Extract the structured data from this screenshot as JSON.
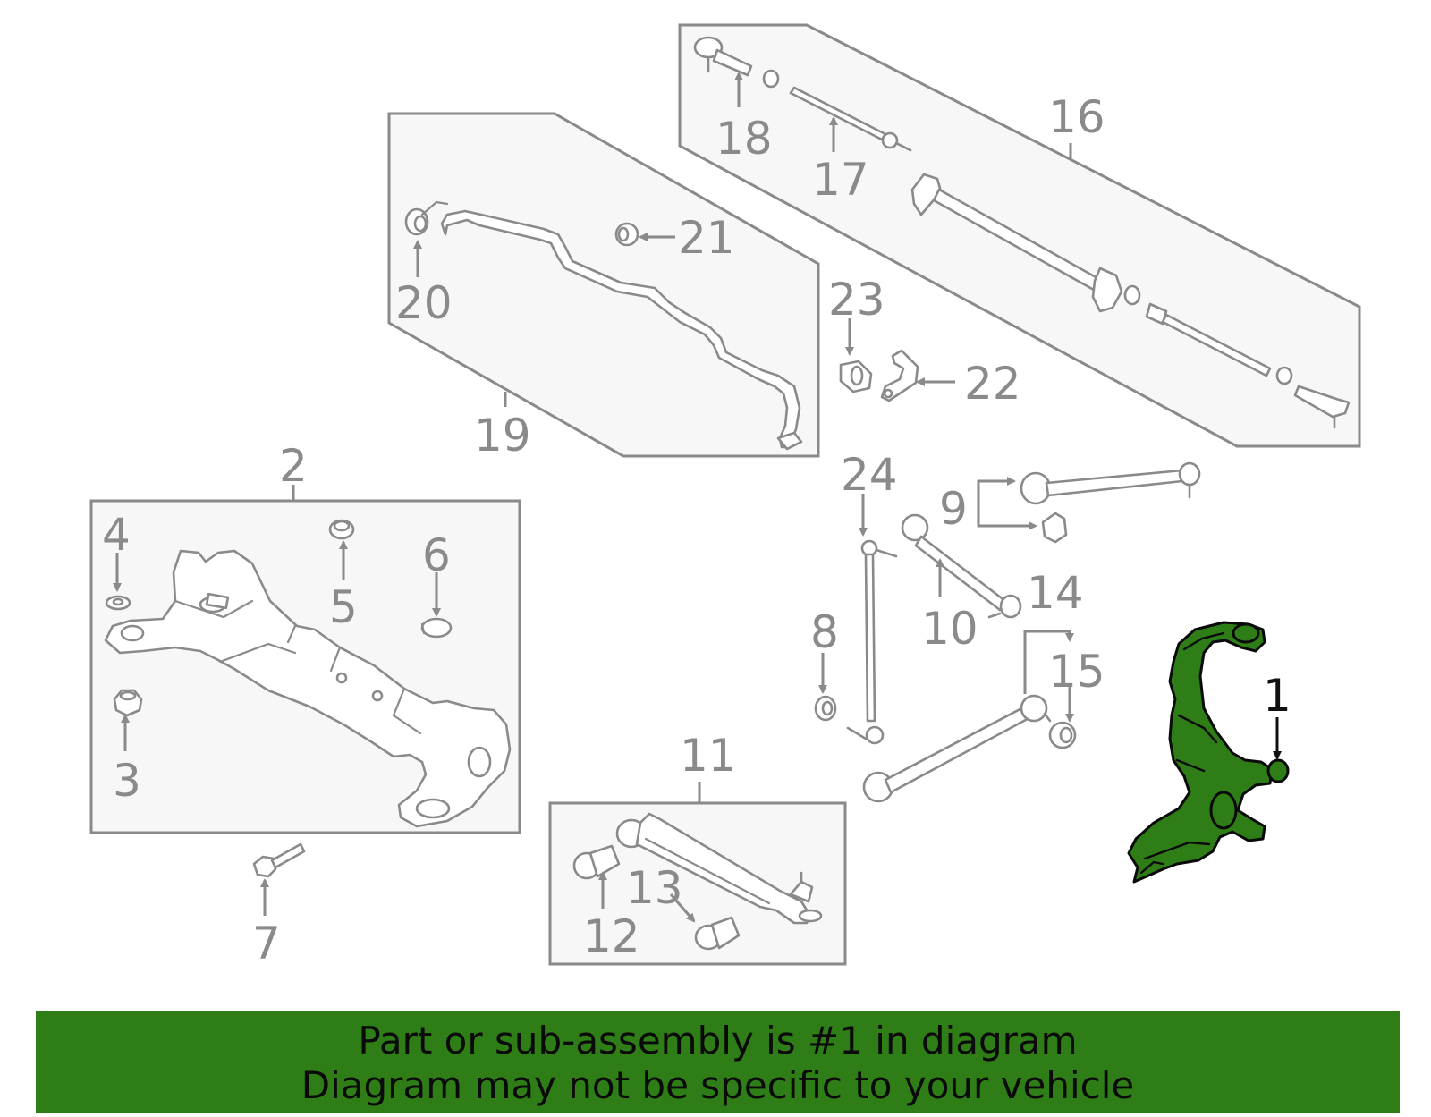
{
  "diagram": {
    "highlighted_part": "1",
    "highlight_color": "#2e7d17",
    "line_color": "#8a8a8a",
    "callouts": [
      "1",
      "2",
      "3",
      "4",
      "5",
      "6",
      "7",
      "8",
      "9",
      "10",
      "11",
      "12",
      "13",
      "14",
      "15",
      "16",
      "17",
      "18",
      "19",
      "20",
      "21",
      "22",
      "23",
      "24"
    ]
  },
  "banner": {
    "line1": "Part or sub-assembly is #1 in diagram",
    "line2": "Diagram may not be specific to your vehicle",
    "background": "#2e7d17"
  }
}
